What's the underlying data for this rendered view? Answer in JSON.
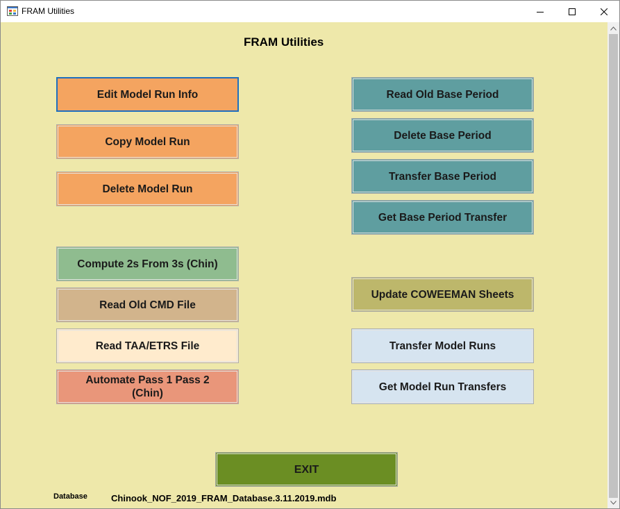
{
  "window": {
    "title": "FRAM Utilities",
    "icon": "app-forms-icon",
    "controls": [
      "minimize-icon",
      "maximize-icon",
      "close-icon"
    ]
  },
  "form": {
    "heading": "FRAM Utilities",
    "background": "#EEE8AA"
  },
  "buttons": {
    "edit_model_run_info": {
      "label": "Edit Model Run Info",
      "color": "#F4A460"
    },
    "copy_model_run": {
      "label": "Copy Model Run",
      "color": "#F4A460"
    },
    "delete_model_run": {
      "label": "Delete Model Run",
      "color": "#F4A460"
    },
    "compute_2s_from_3s": {
      "label": "Compute 2s From 3s (Chin)",
      "color": "#8FBC8F"
    },
    "read_old_cmd_file": {
      "label": "Read Old CMD File",
      "color": "#D2B48C"
    },
    "read_taa_etrs_file": {
      "label": "Read TAA/ETRS File",
      "color": "#FFEBCD"
    },
    "automate_pass": {
      "label": "Automate Pass 1 Pass 2 (Chin)",
      "color": "#E9967A"
    },
    "read_old_base_period": {
      "label": "Read Old Base Period",
      "color": "#5F9EA0"
    },
    "delete_base_period": {
      "label": "Delete Base Period",
      "color": "#5F9EA0"
    },
    "transfer_base_period": {
      "label": "Transfer Base Period",
      "color": "#5F9EA0"
    },
    "get_base_period_transfer": {
      "label": "Get Base Period Transfer",
      "color": "#5F9EA0"
    },
    "update_coweeman_sheets": {
      "label": "Update COWEEMAN Sheets",
      "color": "#BDB76B"
    },
    "transfer_model_runs": {
      "label": "Transfer Model Runs",
      "color": "#D6E4F0"
    },
    "get_model_run_transfers": {
      "label": "Get Model Run Transfers",
      "color": "#D6E4F0"
    },
    "exit": {
      "label": "EXIT",
      "color": "#6B8E23"
    }
  },
  "footer": {
    "database_label": "Database",
    "database_name": "Chinook_NOF_2019_FRAM_Database.3.11.2019.mdb"
  }
}
